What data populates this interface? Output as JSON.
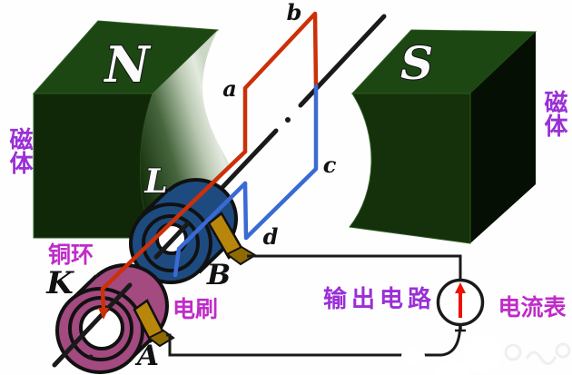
{
  "diagram_title_implicit": "AC generator with slip rings diagram",
  "magnets": {
    "north_label": "N",
    "south_label": "S",
    "left_side_label": "磁体",
    "right_side_label": "磁体"
  },
  "coil": {
    "corner_a": "a",
    "corner_b": "b",
    "corner_c": "c",
    "corner_d": "d"
  },
  "rings": {
    "ring_l_label": "L",
    "ring_k_label": "K",
    "copper_ring_label": "铜环"
  },
  "brushes": {
    "brush_b_label": "B",
    "brush_a_label": "A",
    "brush_text_label": "电刷"
  },
  "circuit": {
    "output_label": "输出电路",
    "ammeter_label": "电流表"
  },
  "colors": {
    "magnet_top": "#1c4713",
    "magnet_front": "#14310b",
    "magnet_front_dark": "#112808",
    "magnet_side_dark": "#060f04",
    "pole_light": "#cdd9c8",
    "coil_red": "#cc3008",
    "coil_blue": "#3a6ad4",
    "ring_navy": "#1d4b80",
    "ring_plum": "#a34a80",
    "brush_gold": "#b8860b",
    "brush_gold_dark": "#8f6a00",
    "wire_black": "#1a1a1a",
    "label_purple": "#9a2fd6",
    "label_magenta": "#bf2cc8",
    "label_dark": "#111111",
    "arrow_red": "#ee1100"
  }
}
